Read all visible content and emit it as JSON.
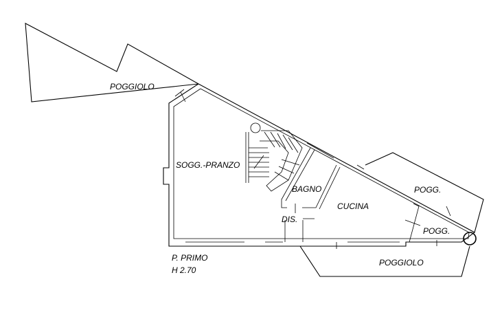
{
  "floor_plan": {
    "rooms": {
      "poggiolo_top": "POGGIOLO",
      "soggiorno_pranzo": "SOGG.-PRANZO",
      "bagno": "BAGNO",
      "cucina": "CUCINA",
      "dis": "DIS.",
      "pogg_upper": "POGG.",
      "pogg_lower": "POGG.",
      "poggiolo_bottom": "POGGIOLO"
    },
    "level": {
      "name": "P. PRIMO",
      "height": "H 2.70"
    }
  }
}
